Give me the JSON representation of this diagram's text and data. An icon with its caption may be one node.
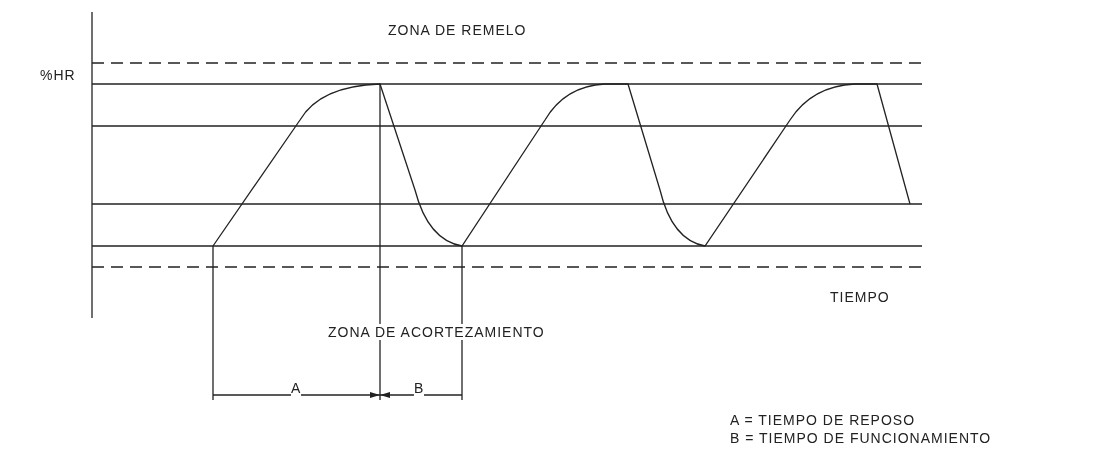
{
  "diagram": {
    "labels": [
      "ZONA DE REMELO",
      "%HR",
      "TIEMPO",
      "ZONA DE ACORTEZAMIENTO",
      "A",
      "B",
      "A = TIEMPO DE REPOSO",
      "B = TIEMPO DE FUNCIONAMIENTO"
    ]
  }
}
